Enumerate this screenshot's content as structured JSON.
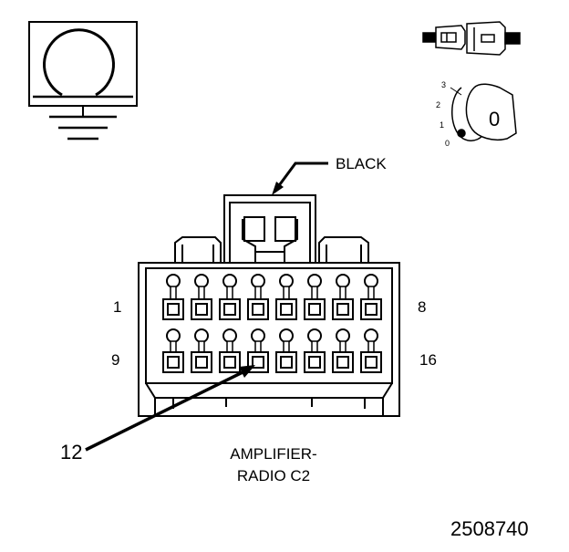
{
  "diagram": {
    "color_label": "BLACK",
    "pin_numbers": {
      "top_left": "1",
      "top_right": "8",
      "bottom_left": "9",
      "bottom_right": "16"
    },
    "callout_pin": "12",
    "connector_name_line1": "AMPLIFIER-",
    "connector_name_line2": "RADIO C2",
    "figure_number": "2508740",
    "key_positions": [
      "3",
      "2",
      "1",
      "0"
    ],
    "key_letter": "0",
    "icons": [
      "ground-icon",
      "connector-icon",
      "ignition-key-icon"
    ]
  }
}
